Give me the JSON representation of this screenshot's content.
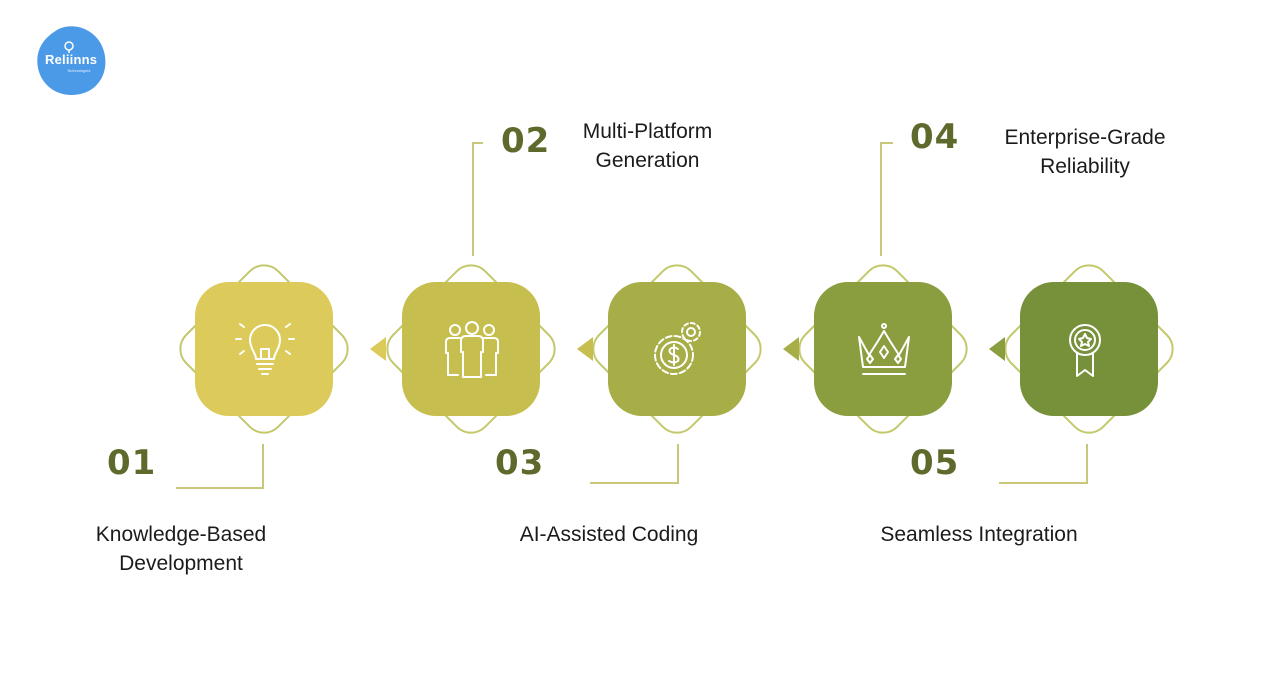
{
  "logo": {
    "text": "Reliinns",
    "subtitle": "Technologies"
  },
  "steps": [
    {
      "number": "01",
      "title": "Knowledge-Based\nDevelopment",
      "icon": "lightbulb-icon",
      "color": "#dccb5a"
    },
    {
      "number": "02",
      "title": "Multi-Platform\nGeneration",
      "icon": "team-icon",
      "color": "#c6bf50"
    },
    {
      "number": "03",
      "title": "AI-Assisted Coding",
      "icon": "dollar-gears-icon",
      "color": "#a7ae47"
    },
    {
      "number": "04",
      "title": "Enterprise-Grade\nReliability",
      "icon": "crown-icon",
      "color": "#8a9e3f"
    },
    {
      "number": "05",
      "title": "Seamless Integration",
      "icon": "award-medal-icon",
      "color": "#77903a"
    }
  ],
  "colors": {
    "number": "#5e6a2c",
    "outline": "#c3c86a",
    "logo": "#4a9ae8"
  }
}
